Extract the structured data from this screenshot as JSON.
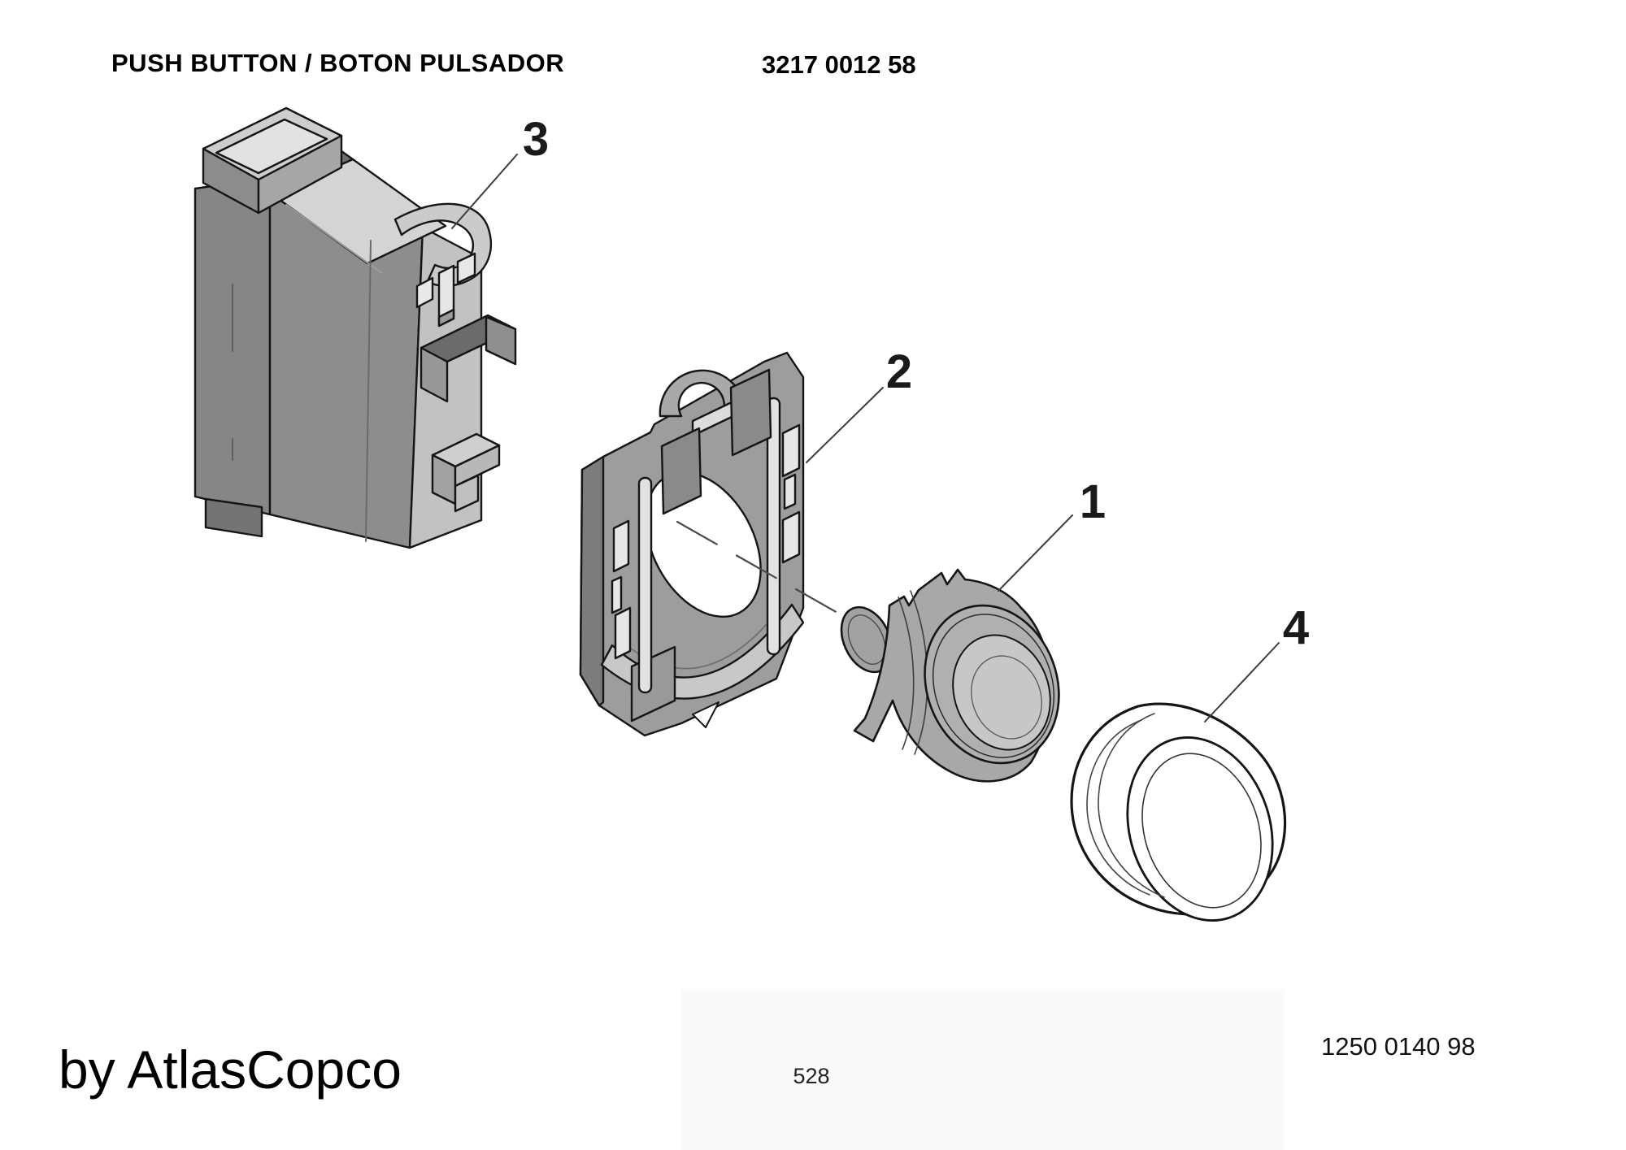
{
  "header": {
    "title": "PUSH BUTTON / BOTON PULSADOR",
    "part_number": "3217 0012 58"
  },
  "diagram": {
    "type": "exploded-parts-diagram",
    "callouts": [
      {
        "label": "1"
      },
      {
        "label": "2"
      },
      {
        "label": "3"
      },
      {
        "label": "4"
      }
    ]
  },
  "footer": {
    "brand": "by AtlasCopco",
    "page_number": "528",
    "doc_number": "1250 0140 98"
  },
  "colors": {
    "background": "#ffffff",
    "outline": "#151515",
    "part_gray_dark": "#6e6e6e",
    "part_gray_mid": "#8a8a8a",
    "part_gray_light": "#c6c6c6",
    "part_white": "#ffffff"
  }
}
